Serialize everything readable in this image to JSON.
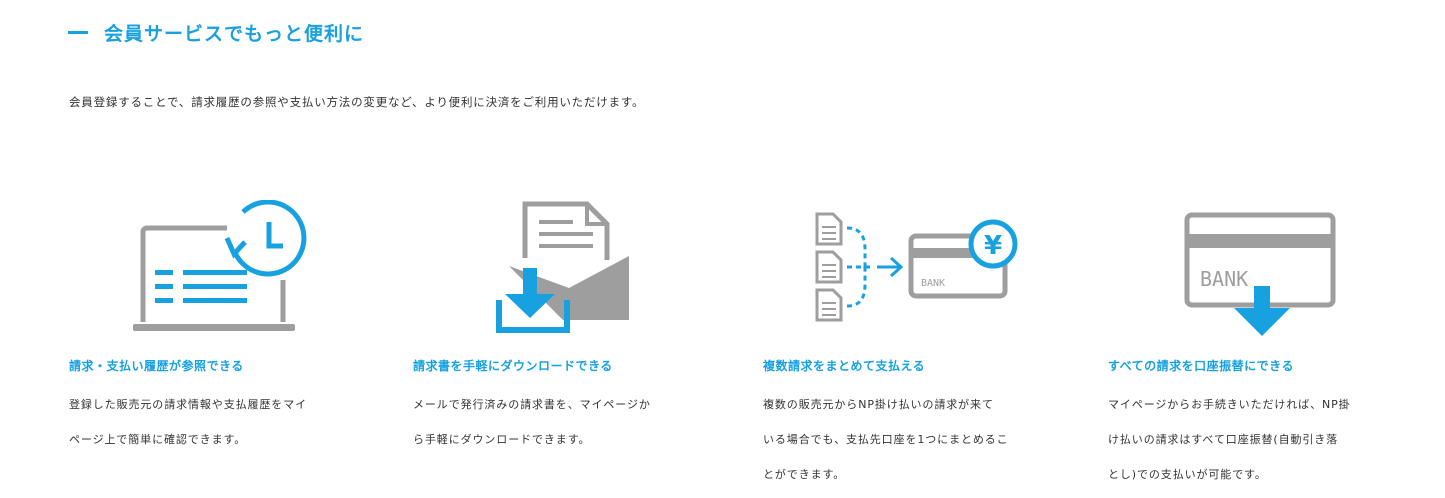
{
  "section": {
    "title": "会員サービスでもっと便利に",
    "lead": "会員登録することで、請求履歴の参照や支払い方法の変更など、より便利に決済をご利用いただけます。"
  },
  "colors": {
    "accent": "#17a1e0",
    "icon_gray": "#9e9e9e",
    "text": "#333333"
  },
  "features": [
    {
      "icon": "laptop-history-clock-icon",
      "title": "請求・支払い履歴が参照できる",
      "desc_lines": [
        "登録した販売元の請求情報や支払履歴をマイ",
        "ページ上で簡単に確認できます。"
      ]
    },
    {
      "icon": "invoice-download-icon",
      "title": "請求書を手軽にダウンロードできる",
      "desc_lines": [
        "メールで発行済みの請求書を、マイページか",
        "ら手軽にダウンロードできます。"
      ]
    },
    {
      "icon": "documents-to-bank-card-icon",
      "title": "複数請求をまとめて支払える",
      "desc_lines": [
        "複数の販売元からNP掛け払いの請求が来て",
        "いる場合でも、支払先口座を1つにまとめるこ",
        "とができます。"
      ],
      "bank_label": "BANK",
      "currency_symbol": "¥"
    },
    {
      "icon": "bank-account-transfer-icon",
      "title": "すべての請求を口座振替にできる",
      "desc_lines": [
        "マイページからお手続きいただければ、NP掛",
        "け払いの請求はすべて口座振替(自動引き落",
        "とし)での支払いが可能です。"
      ],
      "bank_label": "BANK"
    }
  ]
}
